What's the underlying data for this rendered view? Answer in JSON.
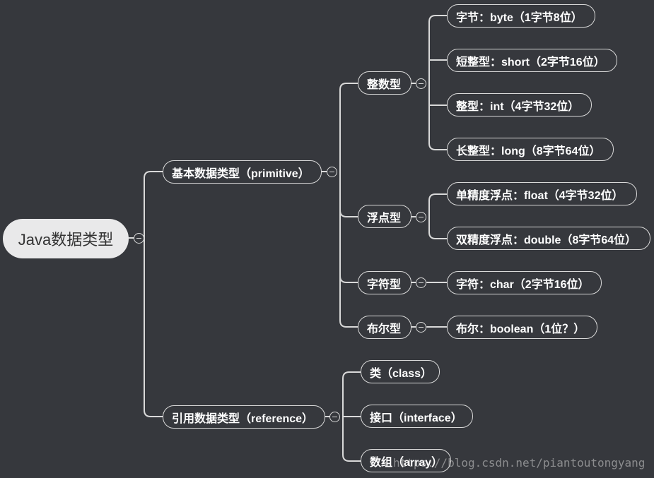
{
  "root": {
    "label": "Java数据类型"
  },
  "branches": {
    "primitive": {
      "label": "基本数据类型（primitive）"
    },
    "reference": {
      "label": "引用数据类型（reference）"
    }
  },
  "groups": {
    "integer": {
      "label": "整数型"
    },
    "float": {
      "label": "浮点型"
    },
    "char": {
      "label": "字符型"
    },
    "bool": {
      "label": "布尔型"
    }
  },
  "leaves": {
    "byte": "字节：byte（1字节8位）",
    "short": "短整型：short（2字节16位）",
    "int": "整型：int（4字节32位）",
    "long": "长整型：long（8字节64位）",
    "float": "单精度浮点：float（4字节32位）",
    "double": "双精度浮点：double（8字节64位）",
    "char": "字符：char（2字节16位）",
    "boolean": "布尔：boolean（1位？）",
    "class": "类（class）",
    "interface": "接口（interface）",
    "array": "数组（array）"
  },
  "watermark": "https://blog.csdn.net/piantoutongyang",
  "colors": {
    "background": "#36383d",
    "line": "#d9d9d9",
    "root_fill": "#e9e9ea",
    "text": "#ffffff"
  }
}
